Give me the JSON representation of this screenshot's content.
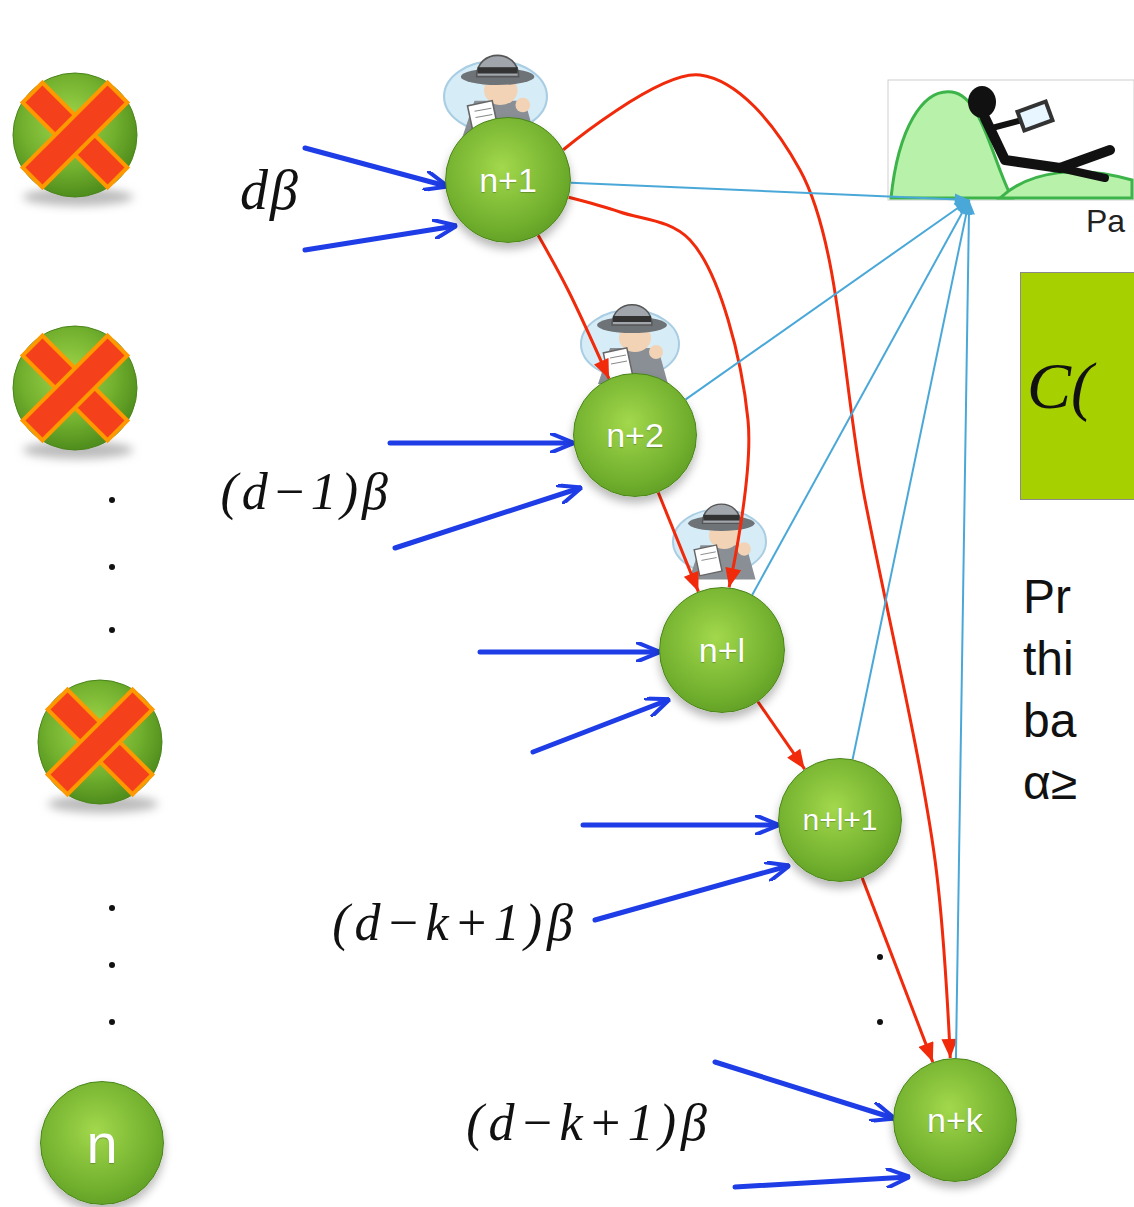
{
  "diagram": {
    "nodes": [
      {
        "text": [
          "n+1"
        ]
      },
      {
        "text": [
          "Pa"
        ]
      },
      {
        "text": [
          "C("
        ]
      },
      {
        "text": [
          "n+2"
        ]
      },
      {
        "text": [
          "n+l"
        ]
      },
      {
        "text": [
          "n+l+1"
        ]
      },
      {
        "text": [
          "n+k"
        ]
      },
      {
        "text": [
          "n"
        ]
      }
    ],
    "edges": [
      {
        "from": 0,
        "to": 3,
        "arrow": "to"
      },
      {
        "from": 0,
        "to": 4,
        "arrow": "to"
      },
      {
        "from": 0,
        "to": 6,
        "arrow": "to"
      },
      {
        "from": 3,
        "to": 4,
        "arrow": "to"
      },
      {
        "from": 4,
        "to": 5,
        "arrow": "to"
      },
      {
        "from": 5,
        "to": 6,
        "arrow": "to"
      },
      {
        "from": 0,
        "to": 1,
        "arrow": "to"
      },
      {
        "from": 3,
        "to": 1,
        "arrow": "to"
      },
      {
        "from": 4,
        "to": 1,
        "arrow": "to"
      },
      {
        "from": 5,
        "to": 1,
        "arrow": "to"
      },
      {
        "from": 6,
        "to": 1,
        "arrow": "to"
      }
    ],
    "labels": [
      "dβ",
      "(d−1)β",
      "(d−k+1)β",
      "(d−k+1)β",
      "Pr thi ba α≥"
    ]
  }
}
